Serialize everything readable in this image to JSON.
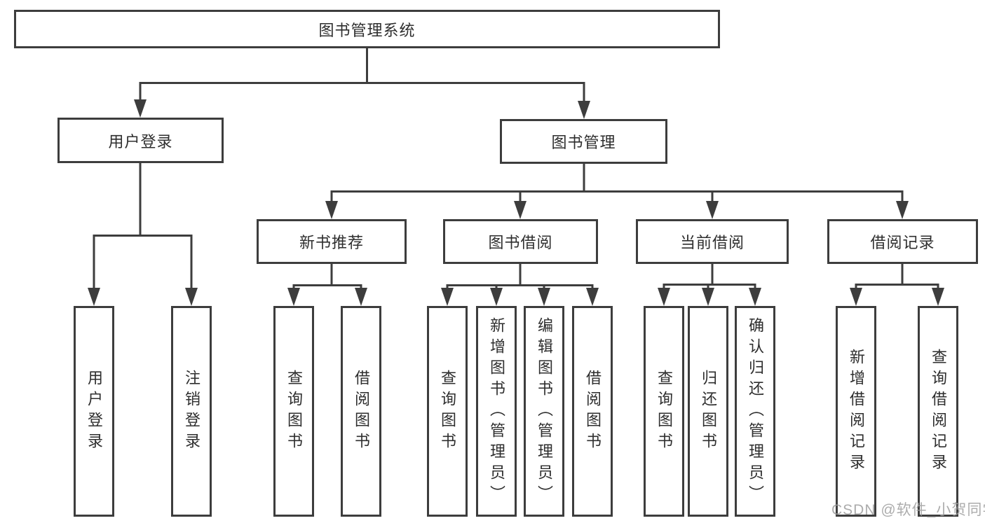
{
  "watermark": "CSDN @软件_小贺同学",
  "tree": {
    "root": "图书管理系统",
    "user": {
      "label": "用户登录",
      "children": [
        "用户登录",
        "注销登录"
      ]
    },
    "book": {
      "label": "图书管理",
      "sections": [
        {
          "label": "新书推荐",
          "children": [
            "查询图书",
            "借阅图书"
          ]
        },
        {
          "label": "图书借阅",
          "children": [
            "查询图书",
            "新增图书（管理员）",
            "编辑图书（管理员）",
            "借阅图书"
          ]
        },
        {
          "label": "当前借阅",
          "children": [
            "查询图书",
            "归还图书",
            "确认归还（管理员）"
          ]
        },
        {
          "label": "借阅记录",
          "children": [
            "新增借阅记录",
            "查询借阅记录"
          ]
        }
      ]
    }
  }
}
